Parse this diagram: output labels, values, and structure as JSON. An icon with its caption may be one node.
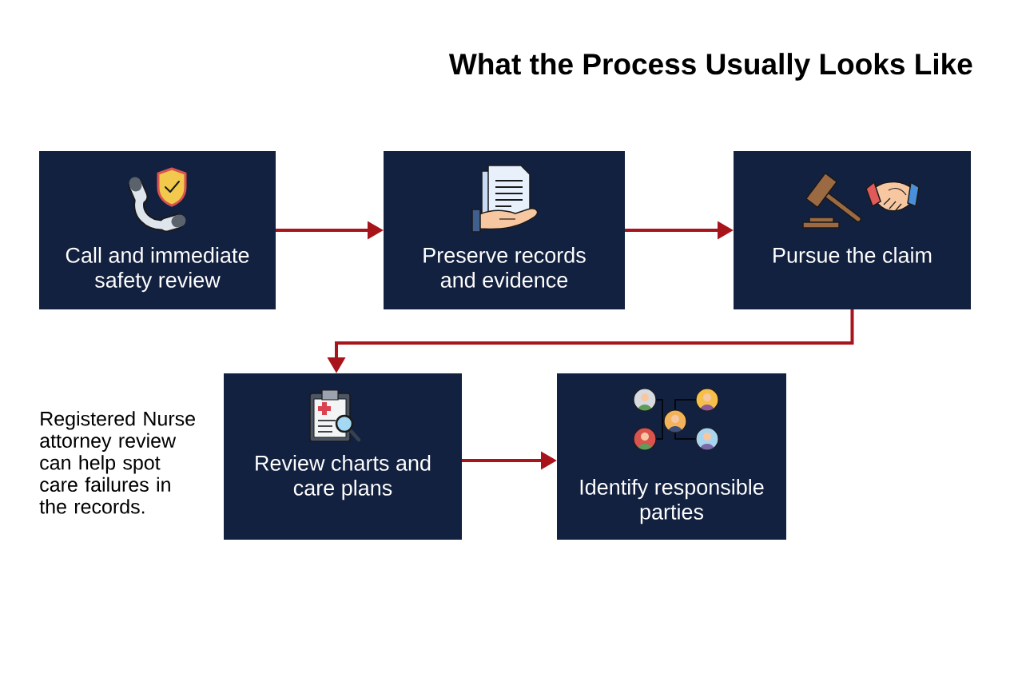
{
  "diagram": {
    "title": "What the Process Usually Looks Like",
    "nodes": [
      {
        "text": [
          "Call and immediate safety review"
        ]
      },
      {
        "text": [
          "Preserve records and evidence"
        ]
      },
      {
        "text": [
          "Pursue the claim"
        ]
      },
      {
        "text": [
          "Review charts and care plans"
        ]
      },
      {
        "text": [
          "Identify responsible parties"
        ]
      }
    ],
    "edges": [
      {
        "from": 0,
        "to": 1,
        "arrow": "to"
      },
      {
        "from": 1,
        "to": 2,
        "arrow": "to"
      },
      {
        "from": 2,
        "to": 3,
        "arrow": "to"
      },
      {
        "from": 3,
        "to": 4,
        "arrow": "to"
      }
    ],
    "labels": [
      "Registered Nurse attorney review can help spot care failures in the records."
    ]
  }
}
